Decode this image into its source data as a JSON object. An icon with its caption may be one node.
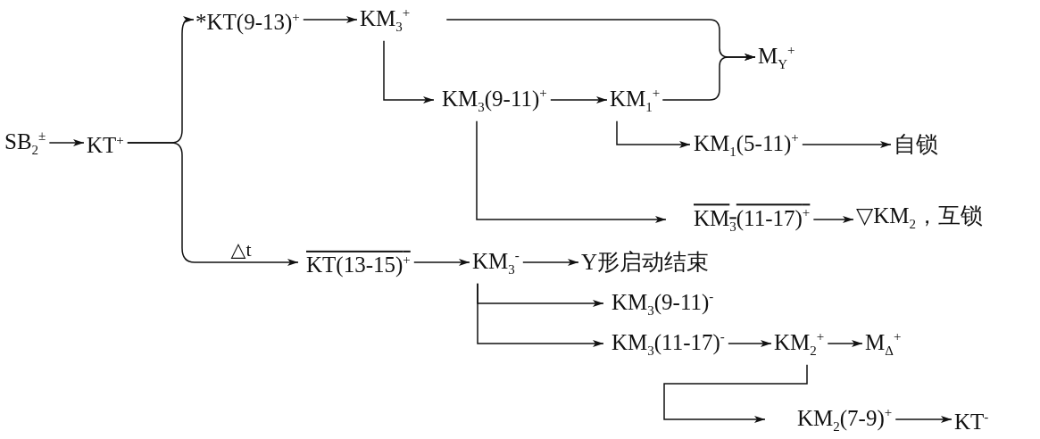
{
  "diagram": {
    "nodes": [
      {
        "text": [
          "SB$_{2}$$^{±}$"
        ]
      },
      {
        "text": [
          "KT$^{+}$"
        ]
      },
      {
        "text": [
          "*KT(9-13)$^{+}$"
        ]
      },
      {
        "text": [
          "KM$_{3}$$^{+}$"
        ]
      },
      {
        "text": [
          "KM$_{3}$(9-11)$^{+}$"
        ]
      },
      {
        "text": [
          "KM$_{1}$$^{+}$"
        ]
      },
      {
        "text": [
          "M$_{Y}$$^{+}$"
        ]
      },
      {
        "text": [
          "KM$_{1}$(5-11)$^{+}$"
        ]
      },
      {
        "text": [
          "自锁"
        ]
      },
      {
        "text": [
          "KM$_{3}$(11-17)$^{+}$"
        ]
      },
      {
        "text": [
          "▽KM$_{2}$，互锁"
        ]
      },
      {
        "text": [
          "KT(13-15)$^{+}$"
        ]
      },
      {
        "text": [
          "KM$_{3}$$^{-}$"
        ]
      },
      {
        "text": [
          "Y形启动结束"
        ]
      },
      {
        "text": [
          "KM$_{3}$(9-11)$^{-}$"
        ]
      },
      {
        "text": [
          "KM$_{3}$(11-17)$^{-}$"
        ]
      },
      {
        "text": [
          "KM$_{2}$$^{+}$"
        ]
      },
      {
        "text": [
          "M$_{Δ}$$^{+}$"
        ]
      },
      {
        "text": [
          "KM$_{2}$(7-9)$^{+}$"
        ]
      },
      {
        "text": [
          "KT$^{-}$"
        ]
      }
    ],
    "edges": [
      {
        "from": 0,
        "to": 1,
        "arrow": "to"
      },
      {
        "from": 1,
        "to": 2,
        "arrow": "to"
      },
      {
        "from": 1,
        "to": 11,
        "arrow": "to",
        "label": "△t"
      },
      {
        "from": 2,
        "to": 3,
        "arrow": "to"
      },
      {
        "from": 3,
        "to": 6,
        "arrow": "to"
      },
      {
        "from": 3,
        "to": 4,
        "arrow": "to"
      },
      {
        "from": 4,
        "to": 5,
        "arrow": "to"
      },
      {
        "from": 5,
        "to": 6,
        "arrow": "to"
      },
      {
        "from": 5,
        "to": 7,
        "arrow": "to"
      },
      {
        "from": 7,
        "to": 8,
        "arrow": "to"
      },
      {
        "from": 4,
        "to": 9,
        "arrow": "to"
      },
      {
        "from": 9,
        "to": 10,
        "arrow": "to"
      },
      {
        "from": 11,
        "to": 12,
        "arrow": "to"
      },
      {
        "from": 12,
        "to": 13,
        "arrow": "to"
      },
      {
        "from": 12,
        "to": 14,
        "arrow": "to"
      },
      {
        "from": 12,
        "to": 15,
        "arrow": "to"
      },
      {
        "from": 15,
        "to": 16,
        "arrow": "to"
      },
      {
        "from": 16,
        "to": 17,
        "arrow": "to"
      },
      {
        "from": 16,
        "to": 18,
        "arrow": "to"
      },
      {
        "from": 18,
        "to": 19,
        "arrow": "to"
      }
    ]
  }
}
